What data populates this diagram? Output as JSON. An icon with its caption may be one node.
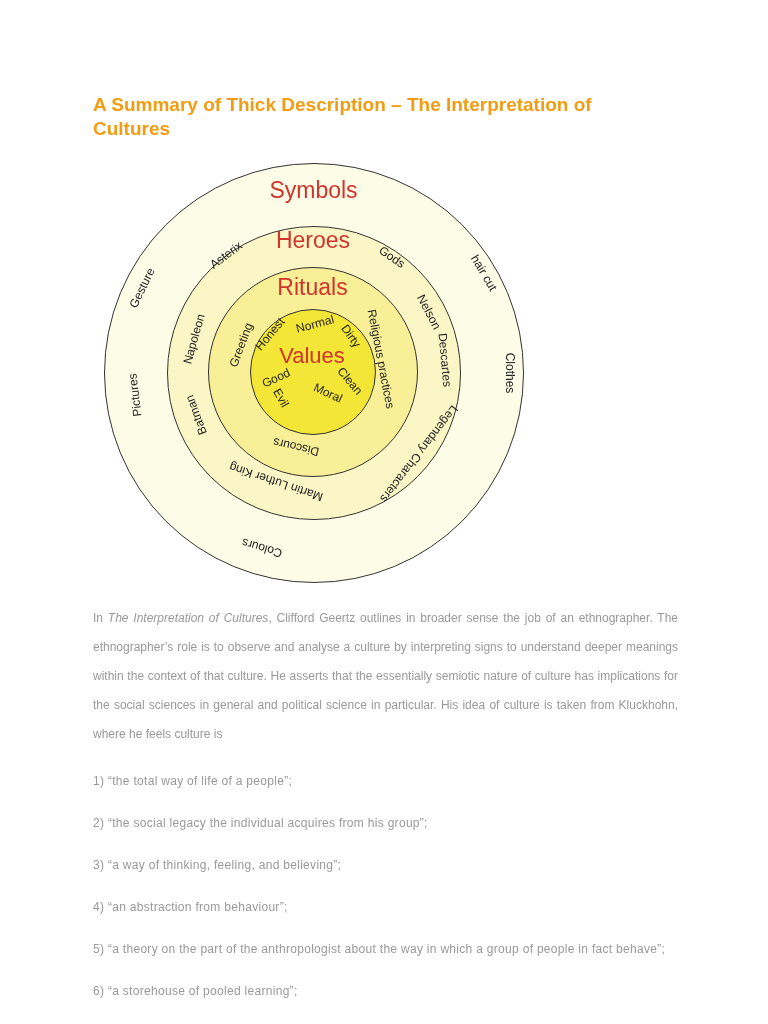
{
  "diagram": {
    "title": "A Summary of Thick Description – The Interpretation of Cultures",
    "nodes": [
      {
        "text": [
          "Symbols",
          "hair cut",
          "Clothes",
          "Colours",
          "Pictures",
          "Gesture"
        ]
      },
      {
        "text": [
          "Heroes",
          "Gods",
          "Nelson",
          "Descartes",
          "Legendary Characters",
          "Martin Luther King",
          "Batman",
          "Napoleon",
          "Asterix"
        ],
        "in": 0
      },
      {
        "text": [
          "Rituals",
          "Religious practices",
          "Discours",
          "Greeting"
        ],
        "in": 1
      },
      {
        "text": [
          "Values",
          "Honest",
          "Normal",
          "Dirty",
          "Clean",
          "Moral",
          "Evil",
          "Good"
        ],
        "in": 2
      }
    ],
    "labels": [
      "In *The Interpretation of Cultures*, Clifford Geertz outlines in broader sense the job of an ethnographer. The ethnographer’s role is to observe and analyse a culture by interpreting signs to understand deeper meanings within the context of that culture. He asserts that the essentially semiotic nature of culture has implications for the social sciences in general and political science in particular.  His idea of culture is taken from Kluckhohn, where he feels culture is",
      "1) “the total way of life of a people”;",
      "2) “the social legacy the individual acquires from his group”;",
      "3) “a way of thinking, feeling, and believing”;",
      "4) “an abstraction from behaviour”;",
      "5) “a theory on the part of the anthropologist about the way in which a group of people in fact behave”;",
      "6) “a storehouse of pooled learning”;"
    ]
  }
}
